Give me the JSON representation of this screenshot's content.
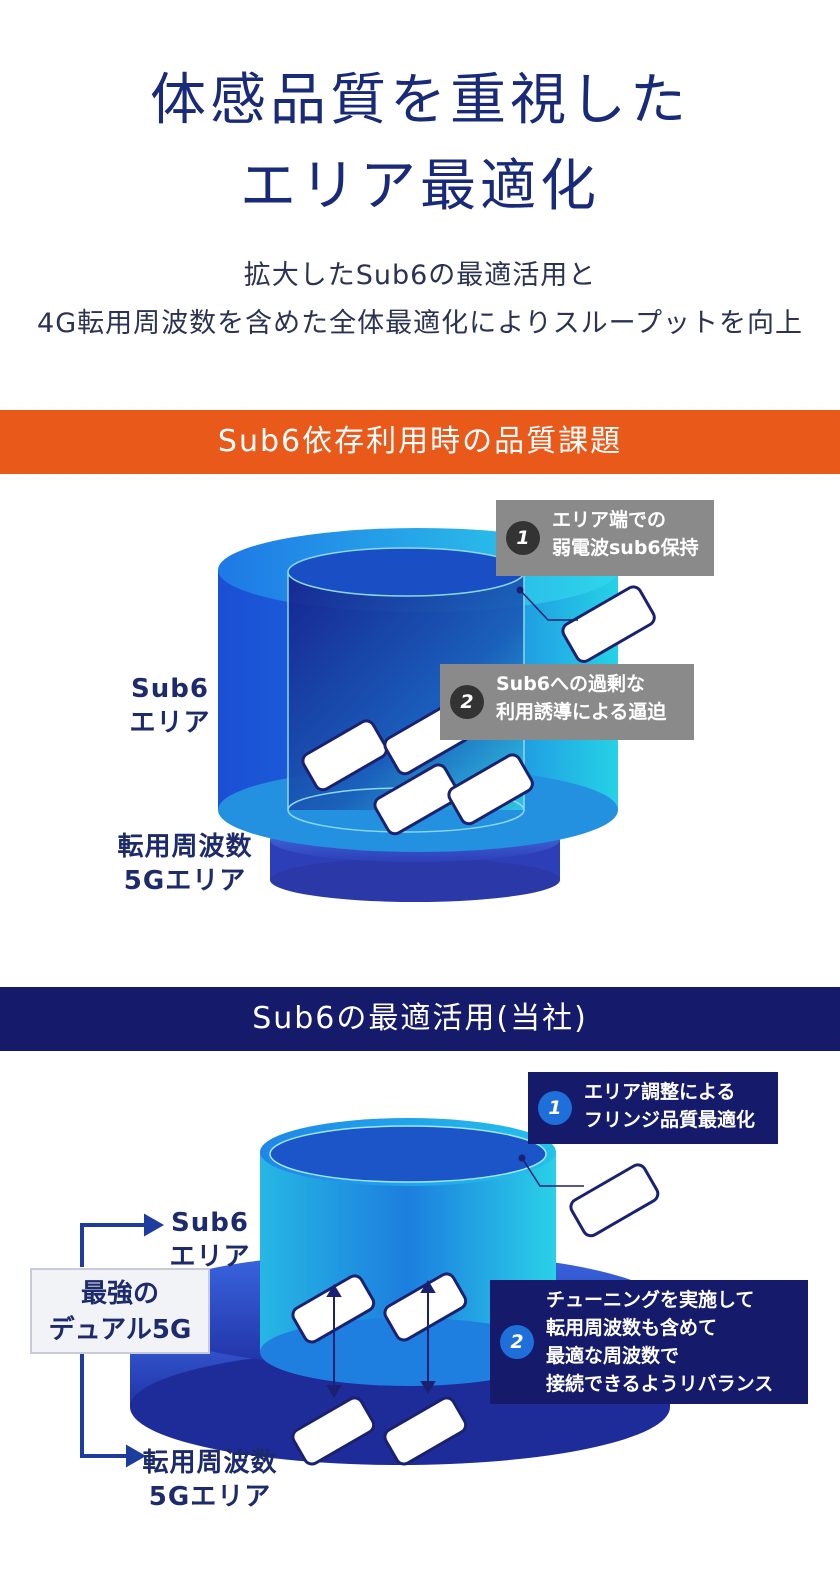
{
  "title": {
    "line1": "体感品質を重視した",
    "line2": "エリア最適化"
  },
  "subtitle": {
    "line1": "拡大したSub6の最適活用と",
    "line2": "4G転用周波数を含めた全体最適化によりスループットを向上"
  },
  "section1": {
    "heading": "Sub6依存利用時の品質課題",
    "sub6_label": {
      "line1": "Sub6",
      "line2": "エリア"
    },
    "tenyo_label": {
      "line1": "転用周波数",
      "line2": "5Gエリア"
    },
    "callouts": [
      {
        "num": "1",
        "line1": "エリア端での",
        "line2": "弱電波sub6保持"
      },
      {
        "num": "2",
        "line1": "Sub6への過剰な",
        "line2": "利用誘導による逼迫"
      }
    ]
  },
  "section2": {
    "heading": "Sub6の最適活用(当社)",
    "sub6_label": {
      "line1": "Sub6",
      "line2": "エリア"
    },
    "tenyo_label": {
      "line1": "転用周波数",
      "line2": "5Gエリア"
    },
    "dual_label": {
      "line1": "最強の",
      "line2": "デュアル5G"
    },
    "callouts": [
      {
        "num": "1",
        "line1": "エリア調整による",
        "line2": "フリンジ品質最適化"
      },
      {
        "num": "2",
        "line1": "チューニングを実施して",
        "line2": "転用周波数も含めて",
        "line3": "最適な周波数で",
        "line4": "接続できるようリバランス"
      }
    ]
  },
  "colors": {
    "accent_orange": "#e8591a",
    "navy": "#151a6b",
    "callout_gray": "#8a8a8a",
    "cylinder_blue": "#1f4fd0",
    "cylinder_cyan": "#22c7e0"
  }
}
